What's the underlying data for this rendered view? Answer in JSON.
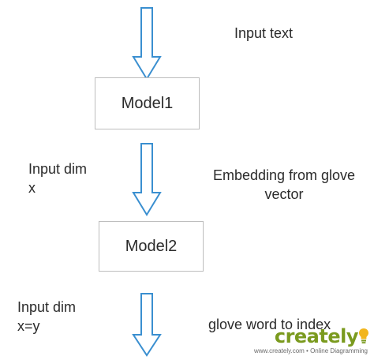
{
  "diagram": {
    "nodes": [
      {
        "id": "model1",
        "label": "Model1"
      },
      {
        "id": "model2",
        "label": "Model2"
      }
    ],
    "annotations": {
      "input_text": "Input text",
      "input_dim_x_line1": "Input dim",
      "input_dim_x_line2": "x",
      "embedding_line1": "Embedding from glove",
      "embedding_line2": "vector",
      "input_dim_xy_line1": "Input dim",
      "input_dim_xy_line2": "x=y",
      "glove_word_to_index": "glove word to index"
    },
    "edges": [
      {
        "from": "input",
        "to": "model1"
      },
      {
        "from": "model1",
        "to": "model2"
      },
      {
        "from": "model2",
        "to": "output"
      }
    ]
  },
  "watermark": {
    "brand": "creately",
    "tagline": "www.creately.com • Online Diagramming",
    "icon": "lightbulb-icon",
    "brand_color": "#7a9a1e"
  },
  "colors": {
    "arrow_stroke": "#3a8fd0",
    "box_border": "#bdbdbd",
    "text": "#2b2b2b"
  }
}
